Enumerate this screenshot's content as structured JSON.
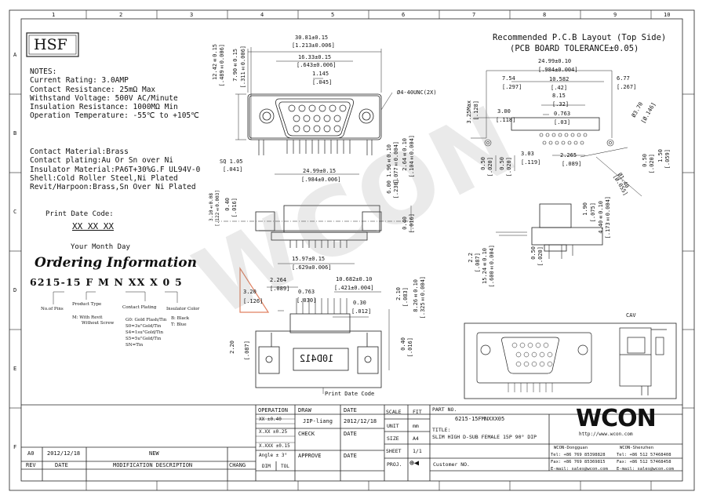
{
  "brand": {
    "label": "HSF"
  },
  "notes": {
    "title": "NOTES:",
    "lines": [
      "Current Rating: 3.0AMP",
      "Contact Resistance: 25mΩ Max",
      "Withstand Voltage: 500V AC/Minute",
      "Insulation Resistance: 1000MΩ Min",
      "Operation Temperature: -55℃ to +105℃"
    ],
    "material_lines": [
      "Contact Material:Brass",
      "Contact plating:Au Or Sn over Ni",
      "Insulator Material:PA6T+30%G.F UL94V-0",
      "Shell:Cold Roller Steel,Ni Plated",
      "Revit/Harpoon:Brass,Sn Over Ni Plated"
    ]
  },
  "print_date": {
    "title": "Print Date Code:",
    "code": "XX  XX  XX",
    "caption": "Your  Month  Day"
  },
  "ordering": {
    "title": "Ordering Information",
    "part_number": "6215-15 F M N XX X 0 5",
    "no_of_pins": "No.of Pins",
    "product_type": "Product Type",
    "product_type_opts": [
      "M: With Revit",
      "Without Screw"
    ],
    "contact_plating": "Contact Plating",
    "contact_plating_opts": [
      "G0: Gold Flash/Tin",
      "S0=3u\"Gold/Tin",
      "S4=1su\"Gold/Tin",
      "S5=5u\"Gold/Tin",
      "SN=Tin"
    ],
    "insulator_color": "Insulator Color",
    "insulator_color_opts": [
      "B: Black",
      "T: Blue"
    ]
  },
  "pcb": {
    "title": "Recommended P.C.B Layout (Top Side)",
    "tolerance": "(PCB BOARD TOLERANCE±0.05)"
  },
  "dims": {
    "d1": "30.81±0.15",
    "d1b": "[1.213±0.006]",
    "d2": "16.33±0.15",
    "d2b": "[.643±0.006]",
    "d3": "1.145",
    "d3b": "[.045]",
    "d4": "Ø4-40UNC(2X)",
    "d5": "12.42±0.15",
    "d5b": "[.489±0.006]",
    "d6": "7.90±0.15",
    "d6b": "[.311±0.006]",
    "d7": "SQ 1.05",
    "d7b": "[.041]",
    "d8": "24.99±0.15",
    "d8b": "[.984±0.006]",
    "d9": "1.96±0.10",
    "d9b": "[.077±0.004]",
    "d10": "2.64±0.10",
    "d10b": "[.104±0.004]",
    "d11": "15.97±0.15",
    "d11b": "[.629±0.006]",
    "d12": "2.264",
    "d12b": "[.089]",
    "d13": "0.763",
    "d13b": "[.030]",
    "d14": "10.682±0.10",
    "d14b": "[.421±0.004]",
    "d15": "0.30",
    "d15b": "[.012]",
    "d16": "3.20",
    "d16b": "[.126]",
    "d17": "2.20",
    "d17b": "[.087]",
    "d18": "6.00",
    "d18b": "[.236]",
    "d19": "0.40",
    "d19b": "[.016]",
    "d20": "2.10",
    "d20b": "[.083]",
    "d21": "8.26±0.10",
    "d21b": "[.325±0.004]",
    "d22": "3.10±0.08",
    "d22b": "[.122±0.003]",
    "p1": "24.99±0.10",
    "p1b": "[.984±0.004]",
    "p2": "7.54",
    "p2b": "[.297]",
    "p3": "10.582",
    "p3b": "[.42]",
    "p4": "6.77",
    "p4b": "[.267]",
    "p5": "8.15",
    "p5b": "[.32]",
    "p6": "0.763",
    "p6b": "[.03]",
    "p7": "3.00",
    "p7b": "[.118]",
    "p8": "3.03",
    "p8b": "[.119]",
    "p9": "2.265",
    "p9b": "[.089]",
    "p10": "Ø3.70",
    "p10b": "[Ø.146]",
    "p11": "Ø1.40",
    "p11b": "[Ø.055]",
    "p12": "3.25Max",
    "p12b": "[.128]",
    "p13": "1.90",
    "p13b": "[.075]",
    "p14": "4.40±0.10",
    "p14b": "[.173±0.004]",
    "p15": "2.2",
    "p15b": "[.087]",
    "p16": "15.24±0.10",
    "p16b": "[.600±0.004]",
    "p17": "0.50",
    "p17b": "[.020]",
    "p18": "1.50",
    "p18b": "[.059]"
  },
  "print_date_code": "Print Date Code",
  "mark_label": "10D412",
  "cav": "CAV",
  "grid": {
    "cols": [
      "1",
      "2",
      "3",
      "4",
      "5",
      "6",
      "7",
      "8",
      "9",
      "10"
    ],
    "rows": [
      "A",
      "B",
      "C",
      "D",
      "E",
      "F"
    ]
  },
  "title_block": {
    "operation": "OPERATION",
    "tol_rows": [
      "XX  ±0.40",
      "X.XX  ±0.25",
      "X.XXX  ±0.15",
      "Angle  ± 3°"
    ],
    "dim": "DIM",
    "tol": "TOL",
    "draw": "DRAW",
    "drawer": "JIP-liang",
    "check": "CHECK",
    "approve": "APPROVE",
    "date": "DATE",
    "draw_date": "2012/12/18",
    "scale": "SCALE",
    "scale_val": "FIT",
    "unit": "UNIT",
    "unit_val": "mm",
    "size": "SIZE",
    "size_val": "A4",
    "sheet": "SHEET",
    "sheet_val": "1/1",
    "proj": "PROJ.",
    "part_no_label": "PART NO.",
    "part_no": "6215-15FMNXXX05",
    "title_label": "TITLE:",
    "title": "SLIM HIGH D-SUB FEMALE 15P 90° DIP",
    "customer_label": "Customer NO.",
    "company_url": "http://www.wcon.com",
    "logo": "WCON",
    "cn1": "WCON-Dongguan",
    "cn2": "WCON-Shenzhen",
    "tel1": "Tel: +86 769 85398828",
    "tel2": "Tel: +86 512 57468408",
    "fax1": "Fax: +86 769 85369815",
    "fax2": "Fax: +86 512 57468458",
    "mail1": "E-mail: sales@wcon.com",
    "mail2": "E-mail: sales@wcon.com",
    "rev_letter": "A0",
    "rev_date": "2012/12/18",
    "rev_desc": "NEW",
    "rev_label": "REV",
    "date_label": "DATE",
    "mod_desc": "MODIFICATION DESCRIPTION",
    "chang": "CHANG"
  }
}
